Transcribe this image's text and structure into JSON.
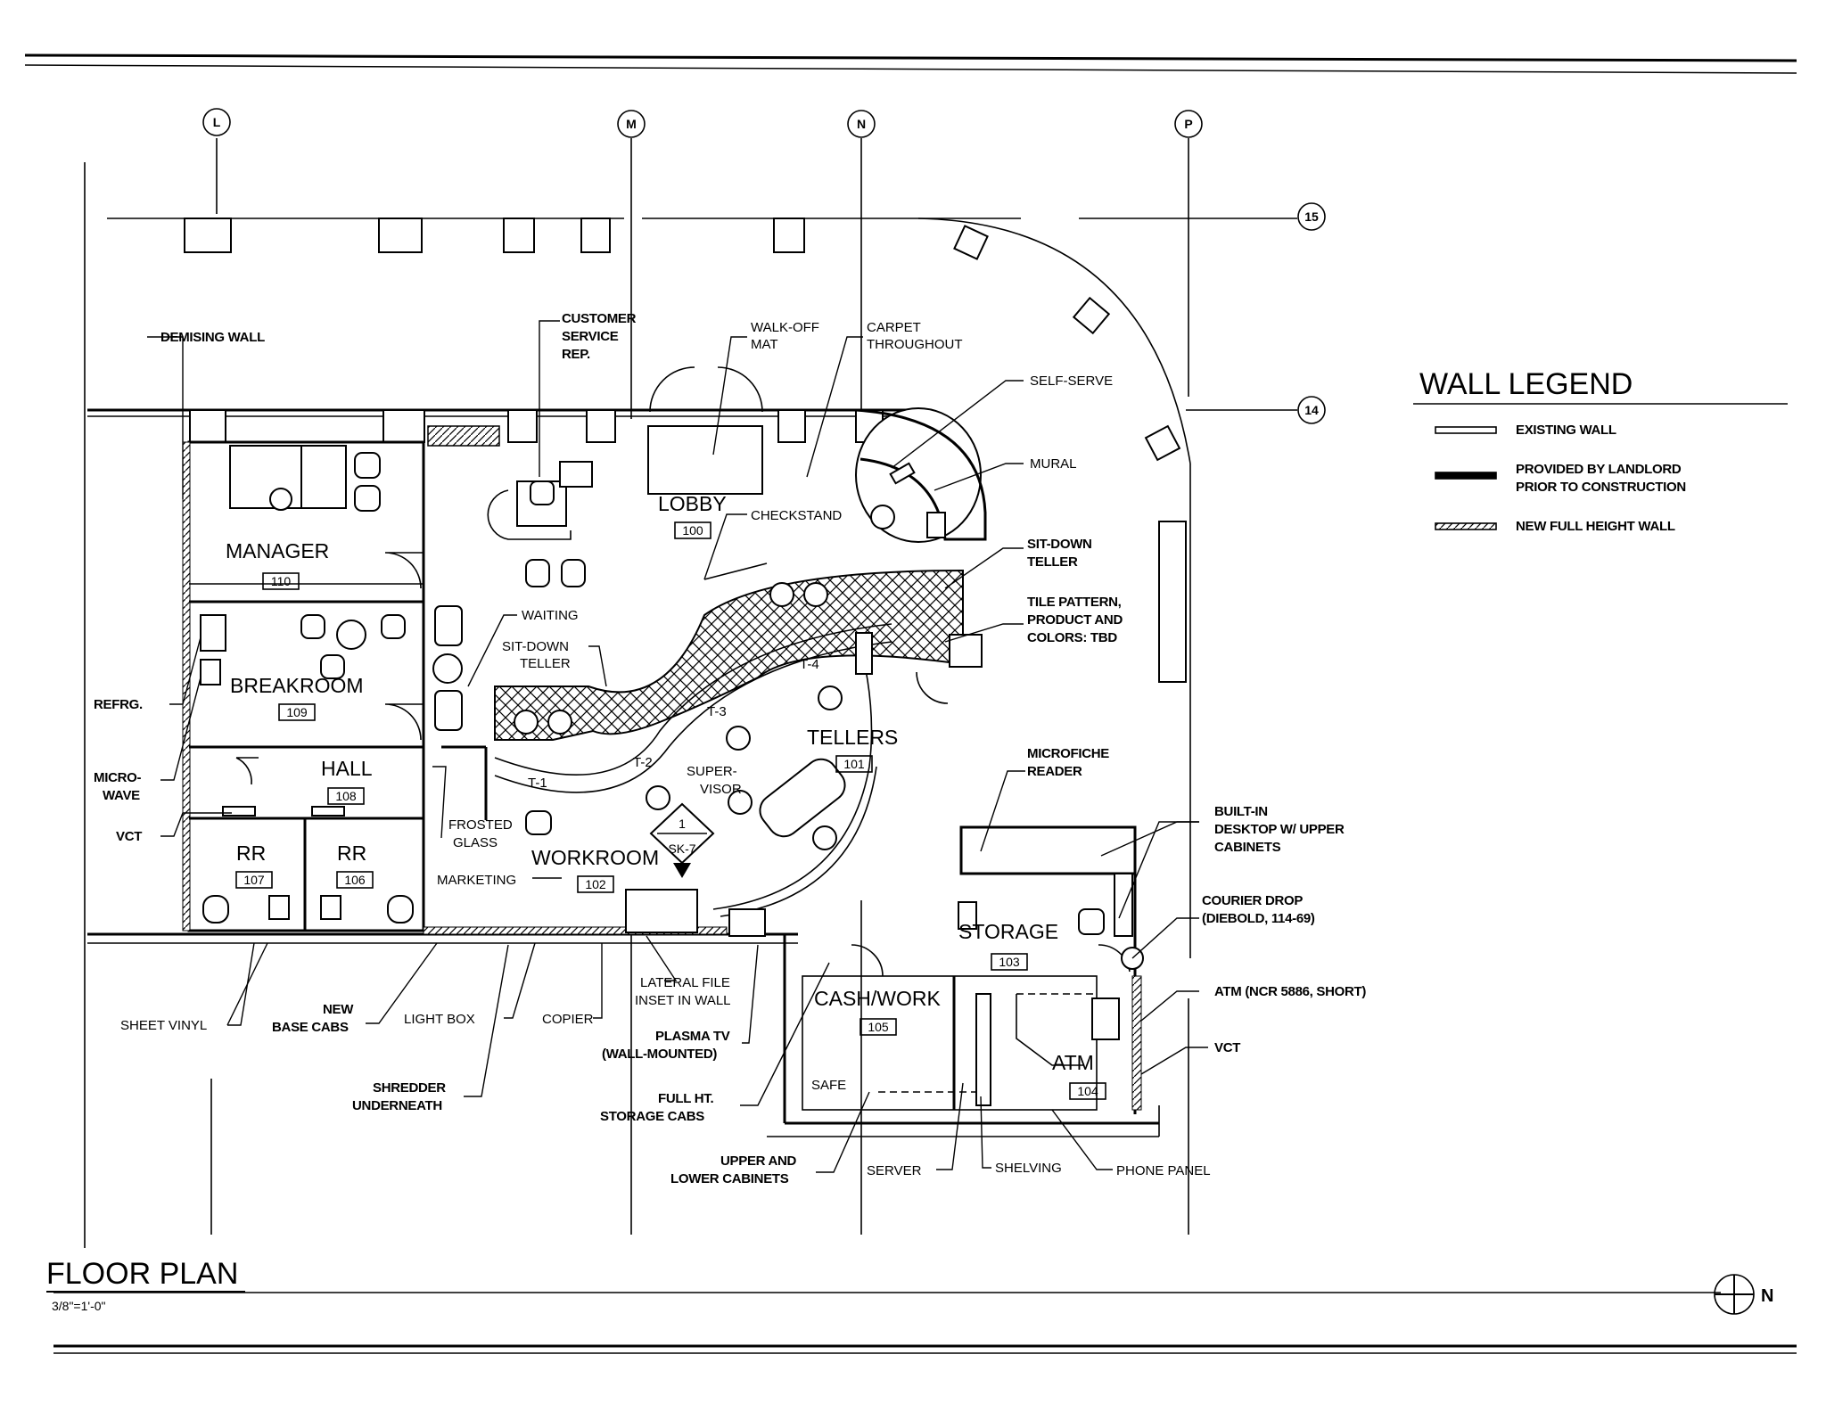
{
  "title": "FLOOR PLAN",
  "scale": "3/8\"=1'-0\"",
  "north_label": "N",
  "grid_columns": [
    "L",
    "M",
    "N",
    "P"
  ],
  "grid_rows": [
    "15",
    "14"
  ],
  "legend": {
    "title": "WALL LEGEND",
    "items": [
      {
        "label": "EXISTING WALL"
      },
      {
        "label": "PROVIDED BY LANDLORD",
        "label2": "PRIOR TO CONSTRUCTION"
      },
      {
        "label": "NEW FULL HEIGHT WALL"
      }
    ]
  },
  "rooms": [
    {
      "name": "MANAGER",
      "number": "110"
    },
    {
      "name": "BREAKROOM",
      "number": "109"
    },
    {
      "name": "HALL",
      "number": "108"
    },
    {
      "name": "RR",
      "number": "107"
    },
    {
      "name": "RR",
      "number": "106"
    },
    {
      "name": "LOBBY",
      "number": "100"
    },
    {
      "name": "TELLERS",
      "number": "101"
    },
    {
      "name": "WORKROOM",
      "number": "102"
    },
    {
      "name": "STORAGE",
      "number": "103"
    },
    {
      "name": "CASH/WORK",
      "number": "105"
    },
    {
      "name": "ATM",
      "number": "104"
    }
  ],
  "section_marker": {
    "number": "1",
    "sheet": "SK-7"
  },
  "teller_stations": [
    "T-1",
    "T-2",
    "T-3",
    "T-4"
  ],
  "callouts": {
    "demising_wall": "DEMISING WALL",
    "customer_service": [
      "CUSTOMER",
      "SERVICE",
      "REP."
    ],
    "walk_off_mat": [
      "WALK-OFF",
      "MAT"
    ],
    "carpet": [
      "CARPET",
      "THROUGHOUT"
    ],
    "self_serve": "SELF-SERVE",
    "mural": "MURAL",
    "checkstand": "CHECKSTAND",
    "sit_down_teller_right": [
      "SIT-DOWN",
      "TELLER"
    ],
    "tile_pattern": [
      "TILE PATTERN,",
      "PRODUCT AND",
      "COLORS: TBD"
    ],
    "waiting": "WAITING",
    "sit_down_teller_left": [
      "SIT-DOWN",
      "TELLER"
    ],
    "refrig": "REFRG.",
    "microwave": [
      "MICRO-",
      "WAVE"
    ],
    "vct_left": "VCT",
    "frosted_glass": [
      "FROSTED",
      "GLASS"
    ],
    "marketing": "MARKETING",
    "supervisor": [
      "SUPER-",
      "VISOR"
    ],
    "microfiche": [
      "MICROFICHE",
      "READER"
    ],
    "built_in_desktop": [
      "BUILT-IN",
      "DESKTOP W/ UPPER",
      "CABINETS"
    ],
    "courier_drop": [
      "COURIER DROP",
      "(DIEBOLD, 114-69)"
    ],
    "atm_ncr": "ATM (NCR 5886, SHORT)",
    "vct_right": "VCT",
    "sheet_vinyl": "SHEET VINYL",
    "new_base_cabs": [
      "NEW",
      "BASE CABS"
    ],
    "light_box": "LIGHT BOX",
    "copier": "COPIER",
    "lateral_file": [
      "LATERAL FILE",
      "INSET IN WALL"
    ],
    "plasma_tv": [
      "PLASMA TV",
      "(WALL-MOUNTED)"
    ],
    "shredder": [
      "SHREDDER",
      "UNDERNEATH"
    ],
    "full_ht_storage": [
      "FULL HT.",
      "STORAGE CABS"
    ],
    "upper_lower_cabinets": [
      "UPPER AND",
      "LOWER CABINETS"
    ],
    "safe": "SAFE",
    "server": "SERVER",
    "shelving": "SHELVING",
    "phone_panel": "PHONE PANEL"
  }
}
